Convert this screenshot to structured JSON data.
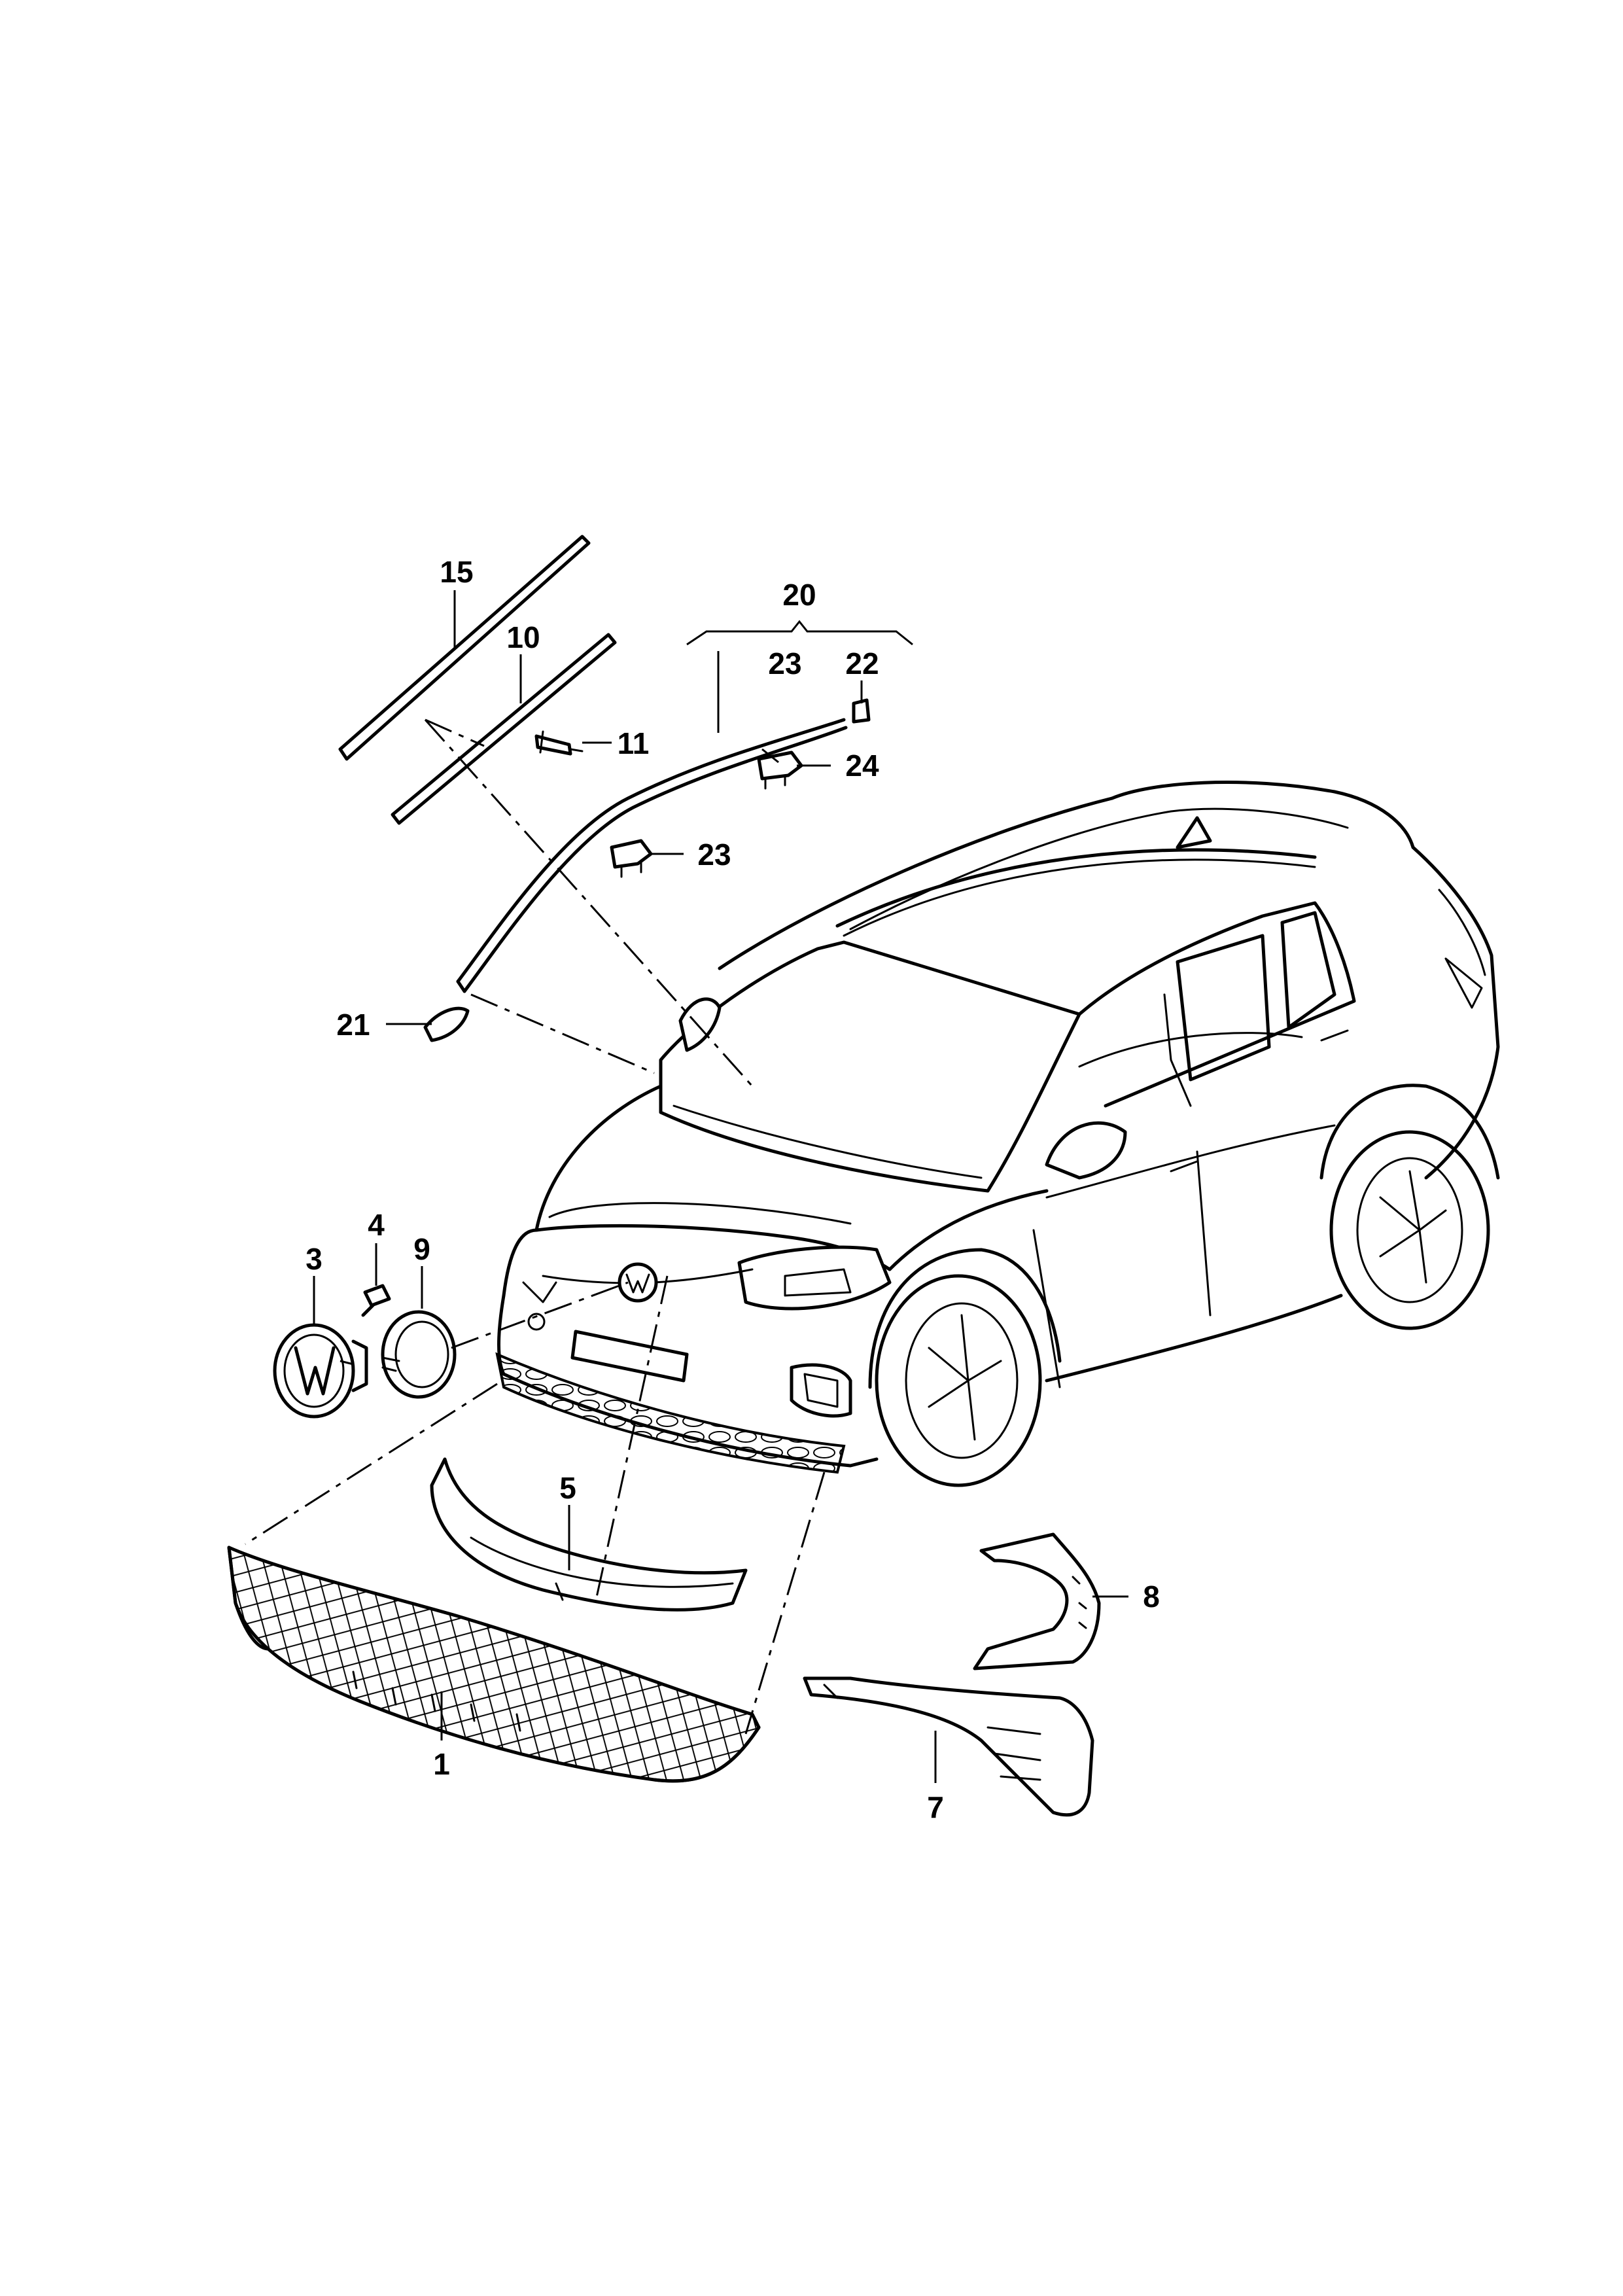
{
  "callouts": {
    "p1": "1",
    "p3": "3",
    "p4": "4",
    "p5": "5",
    "p7": "7",
    "p8": "8",
    "p9": "9",
    "p10": "10",
    "p11": "11",
    "p15": "15",
    "p20": "20",
    "p21": "21",
    "p22": "22",
    "p23a": "23",
    "p23b": "23",
    "p24": "24"
  }
}
